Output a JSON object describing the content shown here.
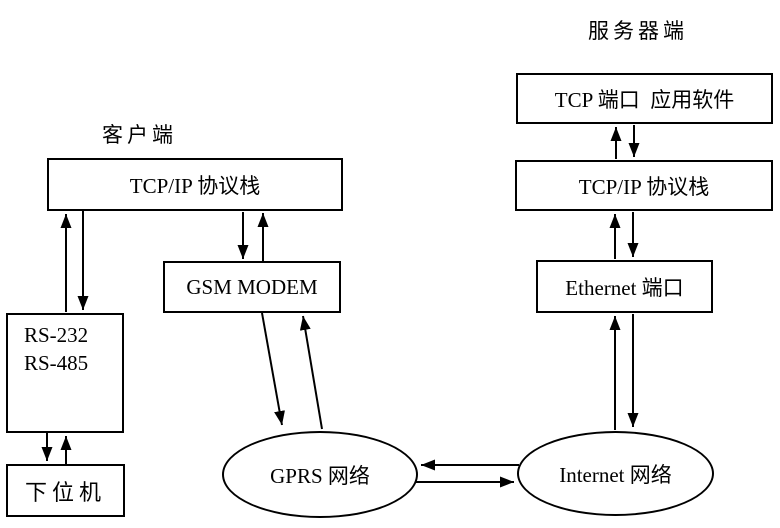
{
  "diagram": {
    "title_implied": "GPRS client-server communication architecture",
    "region_labels": {
      "server": "服务器端",
      "client": "客户端"
    },
    "nodes": {
      "tcp_port_app": {
        "label": "TCP 端口  应用软件",
        "shape": "rect"
      },
      "server_tcpip": {
        "label": "TCP/IP 协议栈",
        "shape": "rect"
      },
      "ethernet_port": {
        "label": "Ethernet 端口",
        "shape": "rect"
      },
      "client_tcpip": {
        "label": "TCP/IP 协议栈",
        "shape": "rect"
      },
      "gsm_modem": {
        "label": "GSM MODEM",
        "shape": "rect"
      },
      "serial_port": {
        "line1": "RS-232",
        "line2": "RS-485",
        "shape": "rect"
      },
      "lower_machine": {
        "label": "下位机",
        "shape": "rect"
      },
      "gprs_network": {
        "label": "GPRS 网络",
        "shape": "ellipse"
      },
      "internet_network": {
        "label": "Internet 网络",
        "shape": "ellipse"
      }
    },
    "edges": [
      {
        "from": "serial_port",
        "to": "client_tcpip"
      },
      {
        "from": "client_tcpip",
        "to": "serial_port"
      },
      {
        "from": "serial_port",
        "to": "lower_machine"
      },
      {
        "from": "lower_machine",
        "to": "serial_port"
      },
      {
        "from": "client_tcpip",
        "to": "gsm_modem"
      },
      {
        "from": "gsm_modem",
        "to": "client_tcpip"
      },
      {
        "from": "gsm_modem",
        "to": "gprs_network"
      },
      {
        "from": "gprs_network",
        "to": "gsm_modem"
      },
      {
        "from": "internet_network",
        "to": "gprs_network"
      },
      {
        "from": "gprs_network",
        "to": "internet_network"
      },
      {
        "from": "server_tcpip",
        "to": "tcp_port_app"
      },
      {
        "from": "tcp_port_app",
        "to": "server_tcpip"
      },
      {
        "from": "ethernet_port",
        "to": "server_tcpip"
      },
      {
        "from": "server_tcpip",
        "to": "ethernet_port"
      },
      {
        "from": "internet_network",
        "to": "ethernet_port"
      },
      {
        "from": "ethernet_port",
        "to": "internet_network"
      }
    ],
    "colors": {
      "stroke": "#000000",
      "background": "#ffffff",
      "text": "#000000"
    }
  }
}
